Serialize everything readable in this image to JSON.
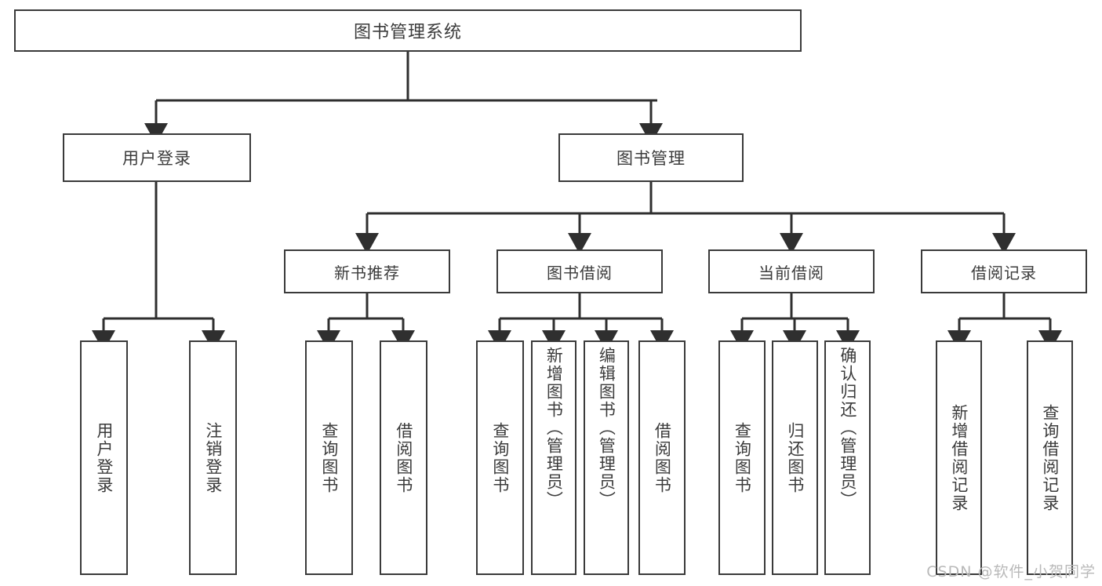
{
  "diagram": {
    "title": "图书管理系统",
    "type": "tree",
    "colors": {
      "background": "#ffffff",
      "box_border": "#3a3a3a",
      "text": "#3b3b3b",
      "connector": "#2f2f2f",
      "watermark": "#b9b9b9"
    },
    "root": {
      "label": "图书管理系统"
    },
    "level2": [
      {
        "id": "user-login",
        "label": "用户登录"
      },
      {
        "id": "book-manage",
        "label": "图书管理"
      }
    ],
    "level3": [
      {
        "id": "new-book-recommend",
        "label": "新书推荐"
      },
      {
        "id": "book-borrow",
        "label": "图书借阅"
      },
      {
        "id": "current-borrow",
        "label": "当前借阅"
      },
      {
        "id": "borrow-record",
        "label": "借阅记录"
      }
    ],
    "leaves": [
      {
        "id": "leaf-user-login",
        "label": "用户登录",
        "parent": "user-login"
      },
      {
        "id": "leaf-logout",
        "label": "注销登录",
        "parent": "user-login"
      },
      {
        "id": "leaf-query-book-1",
        "label": "查询图书",
        "parent": "new-book-recommend"
      },
      {
        "id": "leaf-borrow-book-1",
        "label": "借阅图书",
        "parent": "new-book-recommend"
      },
      {
        "id": "leaf-query-book-2",
        "label": "查询图书",
        "parent": "book-borrow"
      },
      {
        "id": "leaf-add-book",
        "label": "新增图书（管理员）",
        "parent": "book-borrow"
      },
      {
        "id": "leaf-edit-book",
        "label": "编辑图书（管理员）",
        "parent": "book-borrow"
      },
      {
        "id": "leaf-borrow-book-2",
        "label": "借阅图书",
        "parent": "book-borrow"
      },
      {
        "id": "leaf-query-book-3",
        "label": "查询图书",
        "parent": "current-borrow"
      },
      {
        "id": "leaf-return-book",
        "label": "归还图书",
        "parent": "current-borrow"
      },
      {
        "id": "leaf-confirm-return",
        "label": "确认归还（管理员）",
        "parent": "current-borrow"
      },
      {
        "id": "leaf-add-record",
        "label": "新增借阅记录",
        "parent": "borrow-record"
      },
      {
        "id": "leaf-query-record",
        "label": "查询借阅记录",
        "parent": "borrow-record"
      }
    ],
    "watermark": "CSDN @软件_小贺同学"
  }
}
